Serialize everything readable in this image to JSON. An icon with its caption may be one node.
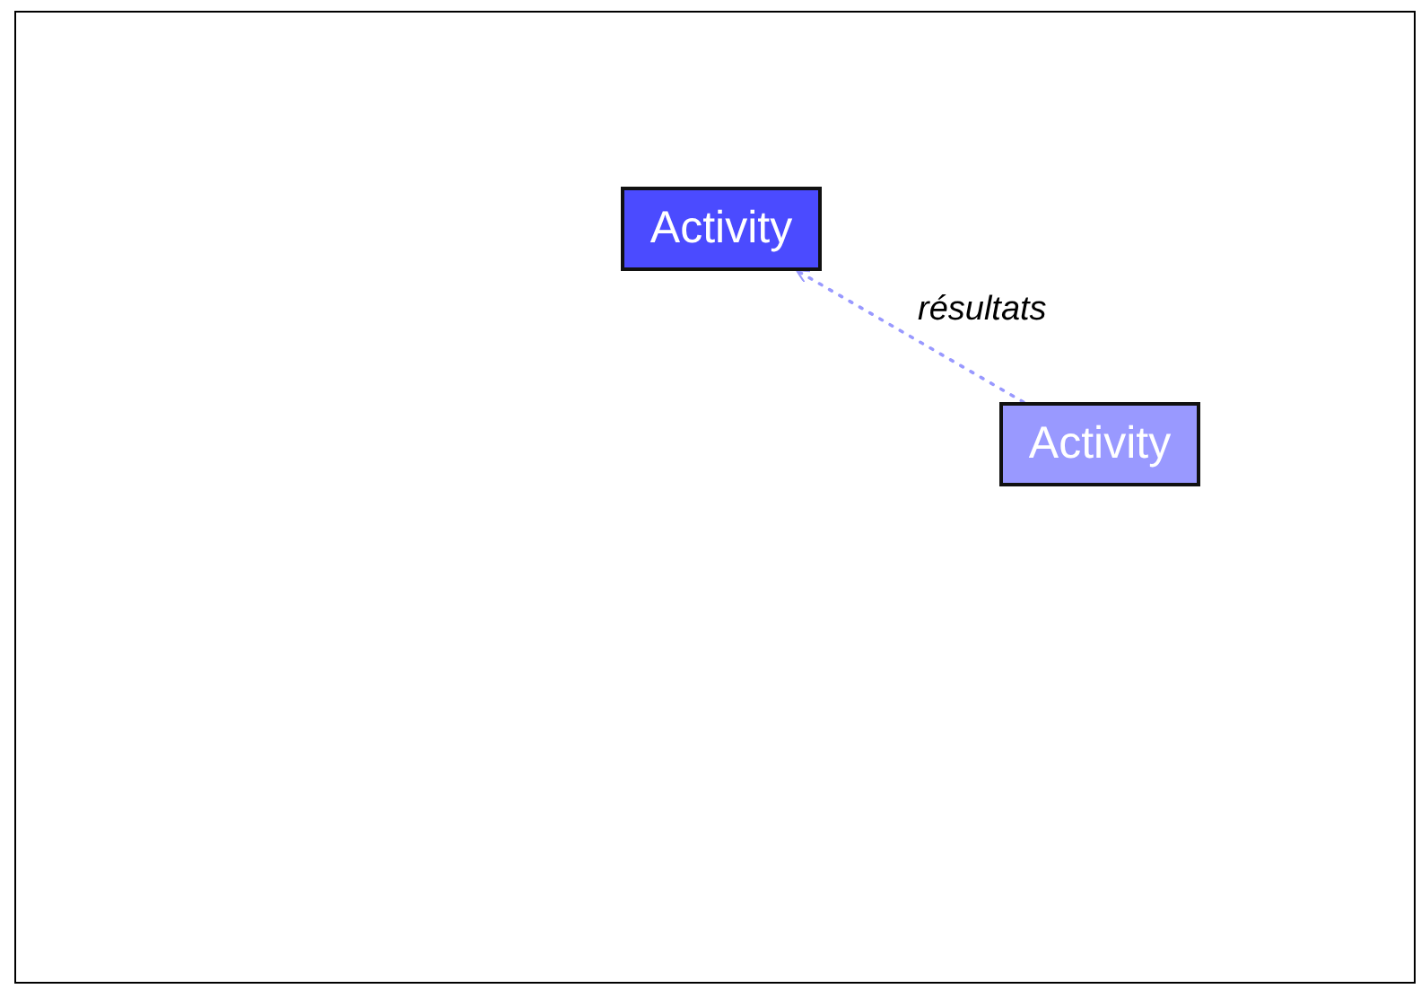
{
  "diagram": {
    "nodes": [
      {
        "text": [
          "Activity"
        ]
      },
      {
        "text": [
          "Activity"
        ]
      }
    ],
    "edges": [
      {
        "from": 1,
        "to": 0,
        "arrow": "to",
        "label": "résultats",
        "style": "dashed",
        "color": "#9999ff"
      }
    ]
  }
}
